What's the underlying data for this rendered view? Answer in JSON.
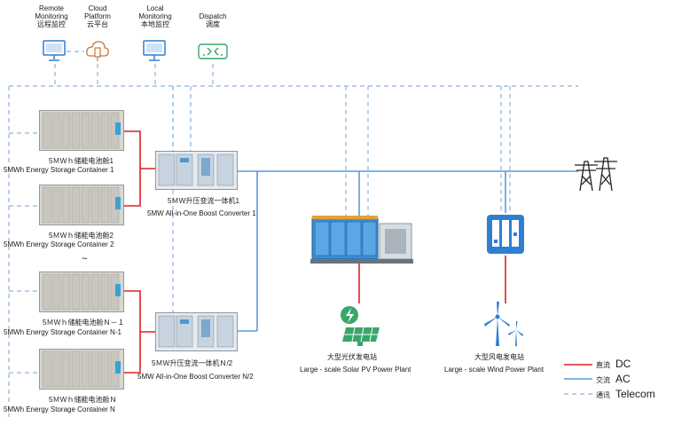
{
  "monitoring": [
    {
      "en": "Remote\nMonitoring",
      "zh": "远程监控",
      "icon": "monitor-icon"
    },
    {
      "en": "Cloud\nPlatform",
      "zh": "云平台",
      "icon": "cloud-platform-icon"
    },
    {
      "en": "Local\nMonitoring",
      "zh": "本地监控",
      "icon": "monitor-icon"
    },
    {
      "en": "Dispatch",
      "zh": "调度",
      "icon": "dispatch-switch-icon"
    }
  ],
  "containers": [
    {
      "zh": "5ＭＷｈ储能电池舱1",
      "en": "5MWh Energy Storage Container 1"
    },
    {
      "zh": "5ＭＷｈ储能电池舱2",
      "en": "5MWh Energy Storage Container 2"
    },
    {
      "zh": "5ＭＷｈ储能电池舱Ｎ－１",
      "en": "5MWh Energy Storage Container N-1"
    },
    {
      "zh": "5ＭＷｈ储能电池舱Ｎ",
      "en": "5MWh Energy Storage Container N"
    }
  ],
  "ellipsis": "~",
  "converters": [
    {
      "zh": "5ＭＷ升压变流一体机1",
      "en": "5MW All-in-One Boost Converter 1"
    },
    {
      "zh": "5ＭＷ升压变流一体机Ｎ/2",
      "en": "5MW All-in-One Boost Converter N/2"
    }
  ],
  "plants": [
    {
      "zh": "大型光伏发电站",
      "en": "Large - scale Solar PV Power Plant",
      "icon": "solar-panel-icon"
    },
    {
      "zh": "大型风电发电站",
      "en": "Large - scale Wind Power Plant",
      "icon": "wind-turbine-icon"
    }
  ],
  "legend": [
    {
      "zh": "直流",
      "en": "DC",
      "color": "#e02020",
      "style": "solid"
    },
    {
      "zh": "交流",
      "en": "AC",
      "color": "#5b9bd5",
      "style": "solid"
    },
    {
      "zh": "通讯",
      "en": "Telecom",
      "color": "#8fb4dc",
      "style": "dashed"
    }
  ],
  "colors": {
    "dc": "#e02020",
    "ac": "#5b9bd5",
    "telecom": "#8fb4dc",
    "icon_blue": "#2f7fd1",
    "icon_green": "#3aa66a"
  }
}
